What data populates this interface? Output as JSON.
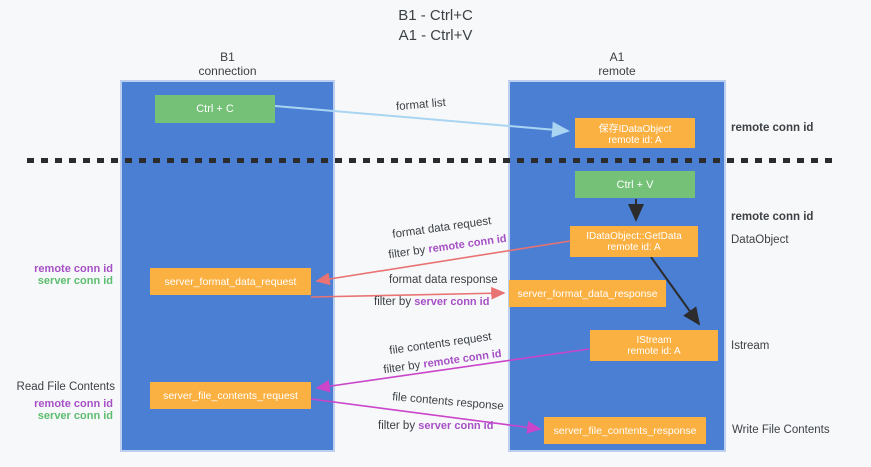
{
  "title": {
    "line1": "B1 - Ctrl+C",
    "line2": "A1 - Ctrl+V"
  },
  "lanes": {
    "left": {
      "title": "B1",
      "subtitle": "connection"
    },
    "right": {
      "title": "A1",
      "subtitle": "remote"
    }
  },
  "nodes": {
    "ctrl_c": {
      "label": "Ctrl + C"
    },
    "ctrl_v": {
      "label": "Ctrl + V"
    },
    "save_dataobject": {
      "line1": "保存IDataObject",
      "line2": "remote id: A"
    },
    "getdata": {
      "line1": "IDataObject::GetData",
      "line2": "remote id: A"
    },
    "istream": {
      "line1": "IStream",
      "line2": "remote id: A"
    },
    "server_format_data_request": {
      "label": "server_format_data_request"
    },
    "server_format_data_response": {
      "label": "server_format_data_response"
    },
    "server_file_contents_request": {
      "label": "server_file_contents_request"
    },
    "server_file_contents_response": {
      "label": "server_file_contents_response"
    }
  },
  "flow_labels": {
    "format_list": "format list",
    "format_data_request": "format data request",
    "format_data_response": "format data response",
    "file_contents_request": "file contents request",
    "file_contents_response": "file contents response",
    "filter_by": "filter by ",
    "remote_conn_id": "remote conn id",
    "server_conn_id": "server conn id"
  },
  "side_labels": {
    "remote_conn_id": "remote conn id",
    "server_conn_id": "server conn id",
    "dataobject": "DataObject",
    "istream": "Istream",
    "read_file_contents": "Read File Contents",
    "write_file_contents": "Write File Contents"
  },
  "colors": {
    "lane_blue": "#4a7fd4",
    "node_green": "#74c177",
    "node_orange": "#fbb042",
    "purple_text": "#a650c5",
    "green_text": "#5cbd6e",
    "arrow_lightblue": "#a9d5f2",
    "arrow_black": "#2c2c2c",
    "arrow_salmon": "#e87372",
    "arrow_magenta": "#ca45ca"
  }
}
